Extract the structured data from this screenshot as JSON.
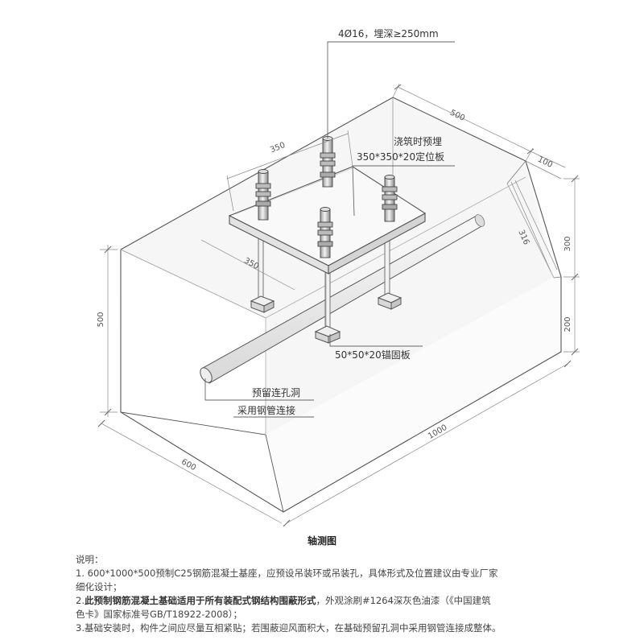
{
  "diagram": {
    "callouts": {
      "bolts": "4Ø16，埋深≥250mm",
      "plate_line1": "浇筑时预埋",
      "plate_line2": "350*350*20定位板",
      "anchor_plate": "50*50*20锚固板",
      "hole_line1": "预留连孔洞",
      "hole_line2": "采用钢管连接"
    },
    "dimensions": {
      "top_length": "500",
      "step": "100",
      "plate_width": "350",
      "plate_depth": "350",
      "slope": "316",
      "right_upper": "300",
      "right_lower": "200",
      "left_height": "500",
      "base_length": "1000",
      "base_width": "600"
    }
  },
  "caption": "轴测图",
  "notes": {
    "heading": "说明：",
    "n1_line1": "1. 600*1000*500预制C25钢筋混凝土基座，应预设吊装环或吊装孔，具体形式及位置建议由专业厂家",
    "n1_line2": "细化设计；",
    "n2_prefix": "2.",
    "n2_bold": "此预制钢筋混凝土基础适用于所有装配式钢结构围蔽形式",
    "n2_rest": "，外观涂刷#1264深灰色油漆（《中国建筑",
    "n2_line2": "色卡》国家标准号GB/T18922-2008）；",
    "n3": "3.基础安装时，构件之间应尽量互相紧贴；若围蔽迎风面积大，在基础预留孔洞中采用钢管连接成整体。"
  }
}
